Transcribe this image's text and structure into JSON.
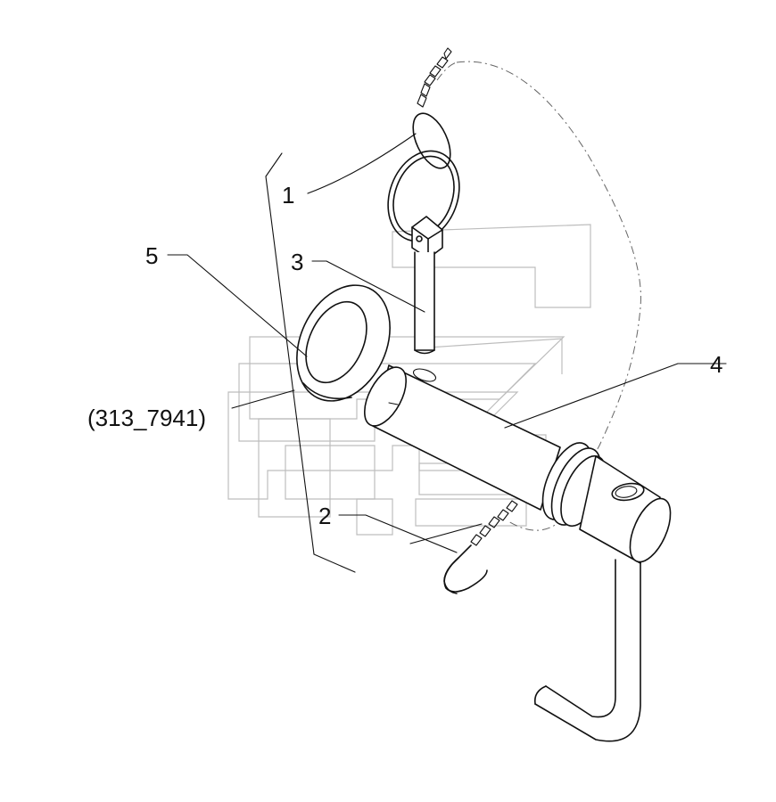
{
  "callouts": [
    {
      "id": "callout-1",
      "text": "1"
    },
    {
      "id": "callout-2",
      "text": "2"
    },
    {
      "id": "callout-3",
      "text": "3"
    },
    {
      "id": "callout-4",
      "text": "4"
    },
    {
      "id": "callout-5",
      "text": "5"
    },
    {
      "id": "callout-ref",
      "text": "(313_7941)"
    }
  ]
}
